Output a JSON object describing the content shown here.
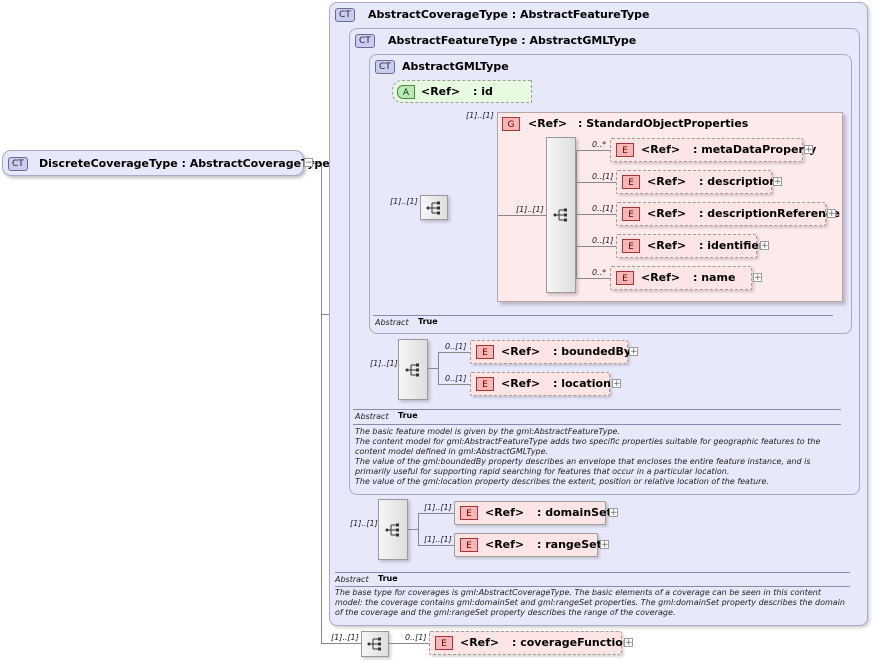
{
  "root": {
    "badge": "CT",
    "title": "DiscreteCoverageType : AbstractCoverageType",
    "toggle": "−"
  },
  "abstract_coverage": {
    "badge": "CT",
    "title": "AbstractCoverageType : AbstractFeatureType",
    "abstract_label": "Abstract",
    "abstract_value": "True",
    "doc": "The base type for coverages is gml:AbstractCoverageType. The basic elements of a coverage can be seen in this content model: the coverage contains gml:domainSet and gml:rangeSet properties. The gml:domainSet property describes the domain of the coverage and the gml:rangeSet property describes the range of the coverage."
  },
  "abstract_feature": {
    "badge": "CT",
    "title": "AbstractFeatureType : AbstractGMLType",
    "abstract_label": "Abstract",
    "abstract_value": "True",
    "doc": [
      "The basic feature model is given by the gml:AbstractFeatureType.",
      "The content model for gml:AbstractFeatureType adds two specific properties suitable for geographic features to the content model defined in gml:AbstractGMLType.",
      "The value of the gml:boundedBy property describes an envelope that encloses the entire feature instance, and is primarily useful for supporting rapid searching for features that occur in a particular location.",
      "The value of the gml:location property describes the extent, position or relative location of the feature."
    ]
  },
  "abstract_gml": {
    "badge": "CT",
    "title": "AbstractGMLType",
    "abstract_label": "Abstract",
    "abstract_value": "True",
    "attribute": {
      "badge": "A",
      "ref": "<Ref>",
      "name": ": id"
    },
    "group": {
      "badge": "G",
      "ref": "<Ref>",
      "name": ": StandardObjectProperties",
      "card": "[1]..[1]",
      "seq_card": "[1]..[1]",
      "elements": [
        {
          "card": "0..*",
          "badge": "E",
          "ref": "<Ref>",
          "name": ": metaDataProperty"
        },
        {
          "card": "0..[1]",
          "badge": "E",
          "ref": "<Ref>",
          "name": ": description"
        },
        {
          "card": "0..[1]",
          "badge": "E",
          "ref": "<Ref>",
          "name": ": descriptionReference"
        },
        {
          "card": "0..[1]",
          "badge": "E",
          "ref": "<Ref>",
          "name": ": identifier"
        },
        {
          "card": "0..*",
          "badge": "E",
          "ref": "<Ref>",
          "name": ": name"
        }
      ]
    },
    "seq_card": "[1]..[1]"
  },
  "feature_seq": {
    "card": "[1]..[1]",
    "elements": [
      {
        "card": "0..[1]",
        "badge": "E",
        "ref": "<Ref>",
        "name": ": boundedBy"
      },
      {
        "card": "0..[1]",
        "badge": "E",
        "ref": "<Ref>",
        "name": ": location"
      }
    ]
  },
  "coverage_seq": {
    "card": "[1]..[1]",
    "elements": [
      {
        "card": "[1]..[1]",
        "badge": "E",
        "ref": "<Ref>",
        "name": ": domainSet"
      },
      {
        "card": "[1]..[1]",
        "badge": "E",
        "ref": "<Ref>",
        "name": ": rangeSet"
      }
    ]
  },
  "root_seq": {
    "card": "[1]..[1]",
    "elements": [
      {
        "card": "0..[1]",
        "badge": "E",
        "ref": "<Ref>",
        "name": ": coverageFunction"
      }
    ]
  },
  "icons": {
    "sequence": "sequence-compositor-icon",
    "expand": "expand-plus-icon"
  }
}
